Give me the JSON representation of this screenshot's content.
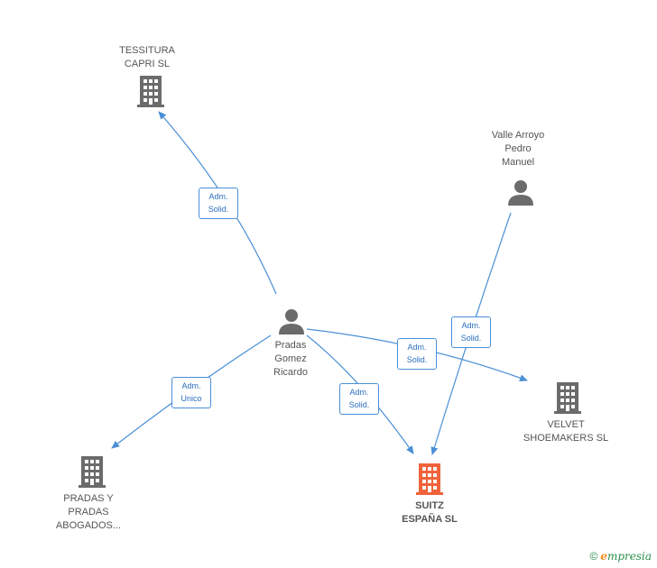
{
  "nodes": {
    "tessitura": {
      "label_lines": [
        "TESSITURA",
        "CAPRI  SL"
      ],
      "kind": "company"
    },
    "valle": {
      "label_lines": [
        "Valle Arroyo",
        "Pedro",
        "Manuel"
      ],
      "kind": "person"
    },
    "pradas_person": {
      "label_lines": [
        "Pradas",
        "Gomez",
        "Ricardo"
      ],
      "kind": "person"
    },
    "velvet": {
      "label_lines": [
        "VELVET",
        "SHOEMAKERS SL"
      ],
      "kind": "company"
    },
    "pradas_abogados": {
      "label_lines": [
        "PRADAS Y",
        "PRADAS",
        "ABOGADOS..."
      ],
      "kind": "company"
    },
    "suitz": {
      "label_lines": [
        "SUITZ",
        "ESPAÑA  SL"
      ],
      "kind": "company-main"
    }
  },
  "edges": [
    {
      "from": "pradas_person",
      "to": "tessitura",
      "label_lines": [
        "Adm.",
        "Solid."
      ]
    },
    {
      "from": "pradas_person",
      "to": "pradas_abogados",
      "label_lines": [
        "Adm.",
        "Unico"
      ]
    },
    {
      "from": "pradas_person",
      "to": "suitz",
      "label_lines": [
        "Adm.",
        "Solid."
      ]
    },
    {
      "from": "pradas_person",
      "to": "velvet",
      "label_lines": [
        "Adm.",
        "Solid."
      ]
    },
    {
      "from": "valle",
      "to": "suitz",
      "label_lines": [
        "Adm.",
        "Solid."
      ]
    }
  ],
  "colors": {
    "company_icon": "#6b6b6b",
    "main_company_icon": "#f0623a",
    "person_icon": "#6b6b6b",
    "edge": "#4a8fd6"
  },
  "icons": {
    "company": "building-icon",
    "person": "person-icon",
    "copyright": "copyright-icon"
  },
  "branding": {
    "copyright": "©",
    "e_letter": "e",
    "rest": "mpresia"
  }
}
